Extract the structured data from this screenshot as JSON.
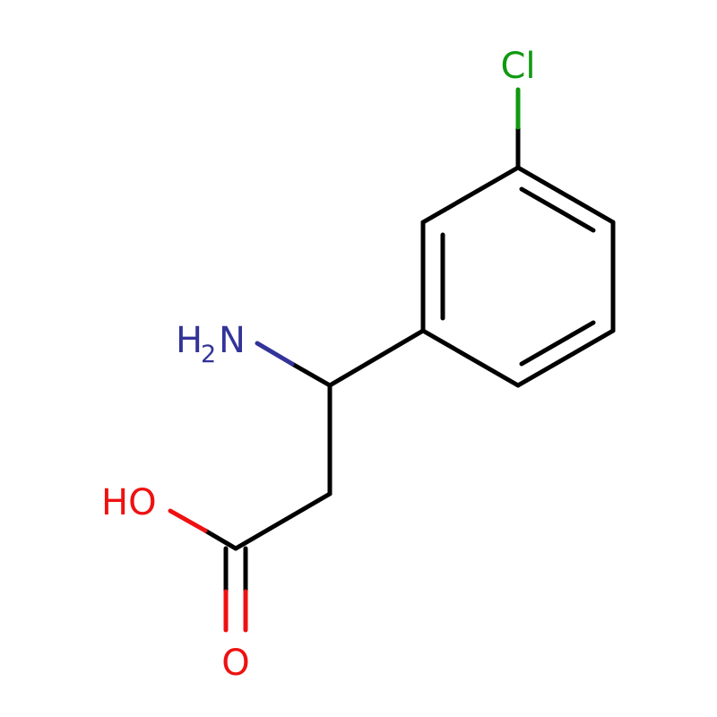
{
  "colors": {
    "bond": "#000000",
    "chlorine": "#109910",
    "nitrogen": "#333399",
    "oxygen": "#ee1111"
  },
  "labels": {
    "chlorine": "Cl",
    "amine_h": "H",
    "amine_sub": "2",
    "amine_n": "N",
    "hydroxyl": "HO",
    "carbonyl_o": "O"
  }
}
